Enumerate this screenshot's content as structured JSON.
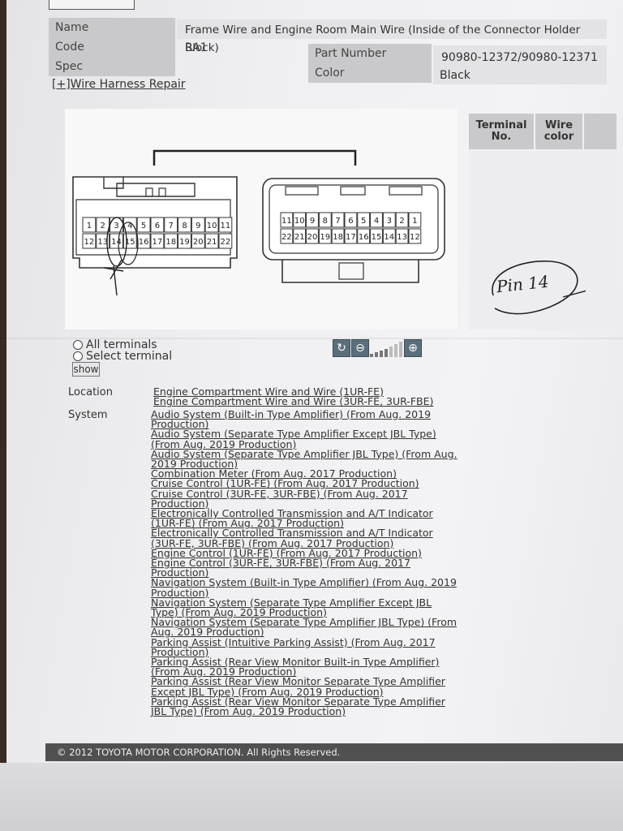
{
  "header": {
    "name_label": "Name",
    "name_value": "Frame Wire and Engine Room Main Wire (Inside of the Connector Holder Block)",
    "code_label": "Code",
    "code_value": "RA1",
    "spec_label": "Spec",
    "part_number_label": "Part Number",
    "part_number_value": "90980-12372/90980-12371",
    "color_label": "Color",
    "color_value": "Black"
  },
  "repair_link": "[+]Wire Harness Repair",
  "terminal_table": {
    "col1": "Terminal No.",
    "col2": "Wire color"
  },
  "connector_left": {
    "row1": [
      "1",
      "2",
      "3",
      "4",
      "5",
      "6",
      "7",
      "8",
      "9",
      "10",
      "11"
    ],
    "row2": [
      "12",
      "13",
      "14",
      "15",
      "16",
      "17",
      "18",
      "19",
      "20",
      "21",
      "22"
    ]
  },
  "connector_right": {
    "row1": [
      "11",
      "10",
      "9",
      "8",
      "7",
      "6",
      "5",
      "4",
      "3",
      "2",
      "1"
    ],
    "row2": [
      "22",
      "21",
      "20",
      "19",
      "18",
      "17",
      "16",
      "15",
      "14",
      "13",
      "12"
    ]
  },
  "handwritten_note": "Pin 14",
  "terminal_options": {
    "all": "All terminals",
    "select": "Select terminal",
    "show_button": "show"
  },
  "location": {
    "label": "Location",
    "items": [
      "Engine Compartment  Wire and Wire (1UR-FE)",
      "Engine Compartment  Wire and Wire (3UR-FE, 3UR-FBE)"
    ]
  },
  "system": {
    "label": "System",
    "items": [
      "Audio System (Built-in Type Amplifier) (From Aug. 2019 Production)",
      "Audio System (Separate Type Amplifier Except JBL Type) (From Aug. 2019 Production)",
      "Audio System (Separate Type Amplifier JBL Type) (From Aug. 2019 Production)",
      "Combination Meter (From Aug. 2017 Production)",
      "Cruise Control (1UR-FE) (From Aug. 2017 Production)",
      "Cruise Control (3UR-FE, 3UR-FBE) (From Aug. 2017 Production)",
      "Electronically Controlled Transmission and A/T Indicator (1UR-FE) (From Aug. 2017 Production)",
      "Electronically Controlled Transmission and A/T Indicator (3UR-FE, 3UR-FBE) (From Aug. 2017 Production)",
      "Engine Control (1UR-FE) (From Aug. 2017 Production)",
      "Engine Control (3UR-FE, 3UR-FBE) (From Aug. 2017 Production)",
      "Navigation System (Built-in Type Amplifier) (From Aug. 2019 Production)",
      "Navigation System (Separate Type Amplifier Except JBL Type) (From Aug. 2019 Production)",
      "Navigation System (Separate Type Amplifier JBL Type) (From Aug. 2019 Production)",
      "Parking Assist (Intuitive Parking Assist) (From Aug. 2017 Production)",
      "Parking Assist (Rear View Monitor Built-in Type Amplifier) (From Aug. 2019 Production)",
      "Parking Assist (Rear View Monitor Separate Type Amplifier Except JBL Type) (From Aug. 2019 Production)",
      "Parking Assist (Rear View Monitor Separate Type Amplifier JBL Type) (From Aug. 2019 Production)"
    ]
  },
  "footer": "© 2012 TOYOTA MOTOR CORPORATION. All Rights Reserved."
}
